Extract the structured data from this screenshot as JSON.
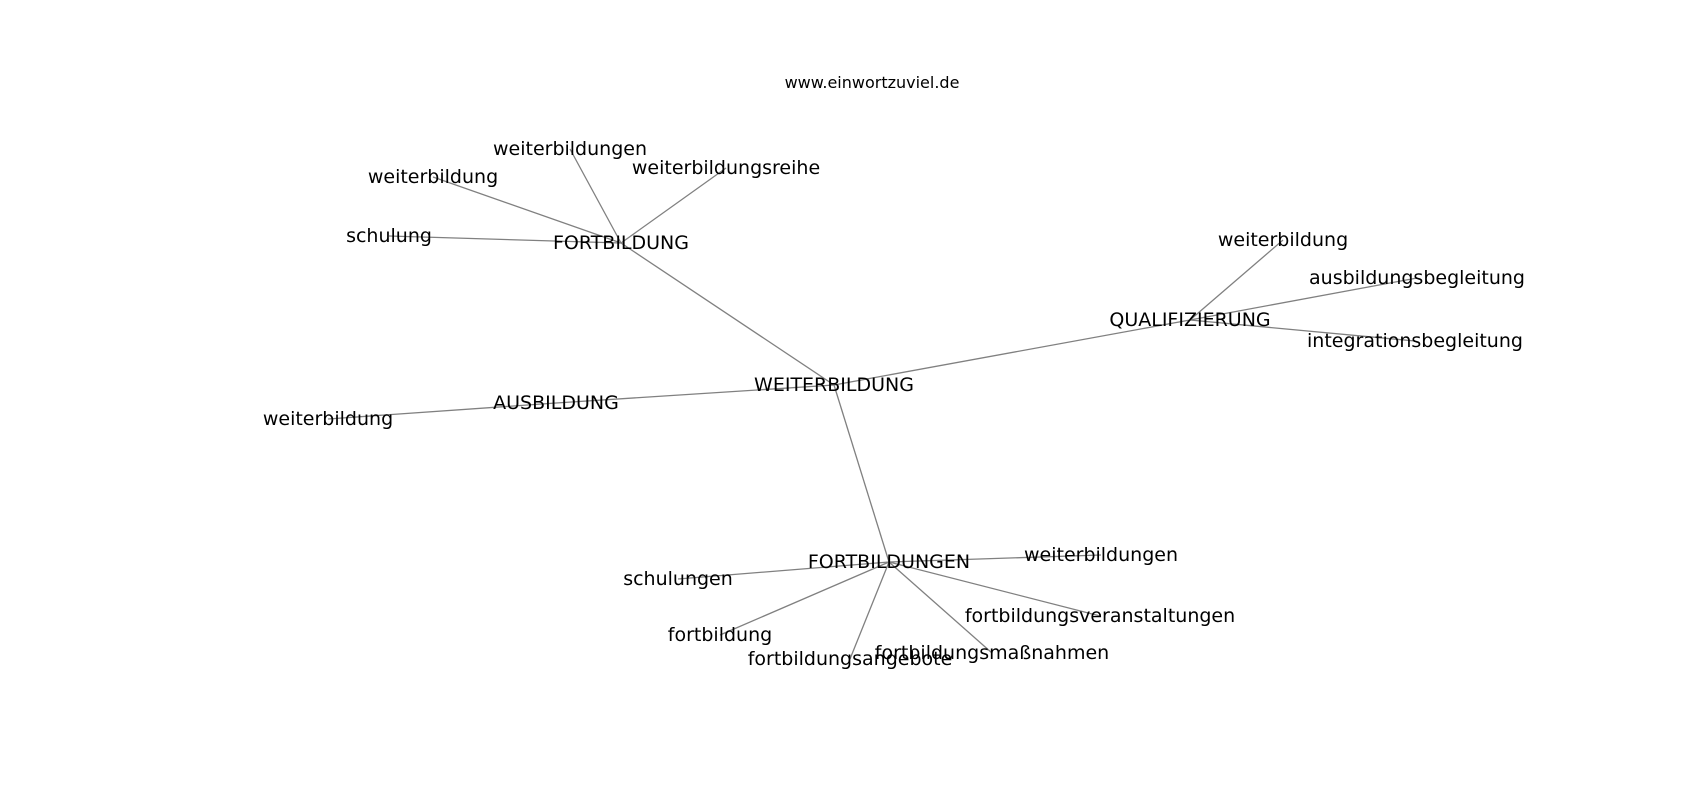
{
  "header": {
    "site": "www.einwortzuviel.de"
  },
  "graph": {
    "root": "WEITERBILDUNG",
    "hubs": [
      {
        "id": "fortbildung",
        "label": "FORTBILDUNG",
        "leaves": [
          "weiterbildungen",
          "weiterbildung",
          "weiterbildungsreihe",
          "schulung"
        ]
      },
      {
        "id": "ausbildung",
        "label": "AUSBILDUNG",
        "leaves": [
          "weiterbildung"
        ]
      },
      {
        "id": "qualifizierung",
        "label": "QUALIFIZIERUNG",
        "leaves": [
          "weiterbildung",
          "ausbildungsbegleitung",
          "integrationsbegleitung"
        ]
      },
      {
        "id": "fortbildungen",
        "label": "FORTBILDUNGEN",
        "leaves": [
          "schulungen",
          "weiterbildungen",
          "fortbildung",
          "fortbildungsveranstaltungen",
          "fortbildungsangebote",
          "fortbildungsmaßnahmen"
        ]
      }
    ]
  },
  "colors": {
    "edge": "#808080",
    "text": "#000000",
    "background": "#ffffff"
  }
}
